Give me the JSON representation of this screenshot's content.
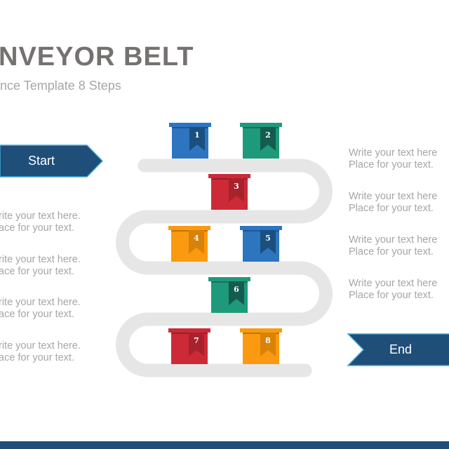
{
  "title": "NVEYOR BELT",
  "subtitle": "nce Template 8 Steps",
  "start_label": "Start",
  "end_label": "End",
  "colors": {
    "navy": "#1f4e79",
    "belt": "#e6e6e6",
    "blue": "#2e75c0",
    "green": "#1e9a7a",
    "red": "#cc2a36",
    "orange": "#fb9a10",
    "text": "#a6a6a6"
  },
  "steps": [
    {
      "number": "1",
      "color": "blue"
    },
    {
      "number": "2",
      "color": "green"
    },
    {
      "number": "3",
      "color": "red"
    },
    {
      "number": "4",
      "color": "orange"
    },
    {
      "number": "5",
      "color": "blue"
    },
    {
      "number": "6",
      "color": "green"
    },
    {
      "number": "7",
      "color": "red"
    },
    {
      "number": "8",
      "color": "orange"
    }
  ],
  "left_texts": [
    {
      "line1": "rite your text here.",
      "line2": "ace for your text."
    },
    {
      "line1": "rite your text here.",
      "line2": "ace for your text."
    },
    {
      "line1": "rite your text here.",
      "line2": "ace for your text."
    },
    {
      "line1": "rite your text here.",
      "line2": "ace for your text."
    }
  ],
  "right_texts": [
    {
      "line1": "Write your text here",
      "line2": "Place for your text."
    },
    {
      "line1": "Write your text here",
      "line2": "Place for your text."
    },
    {
      "line1": "Write your text here",
      "line2": "Place for your text."
    },
    {
      "line1": "Write your text here",
      "line2": "Place for your text."
    }
  ]
}
